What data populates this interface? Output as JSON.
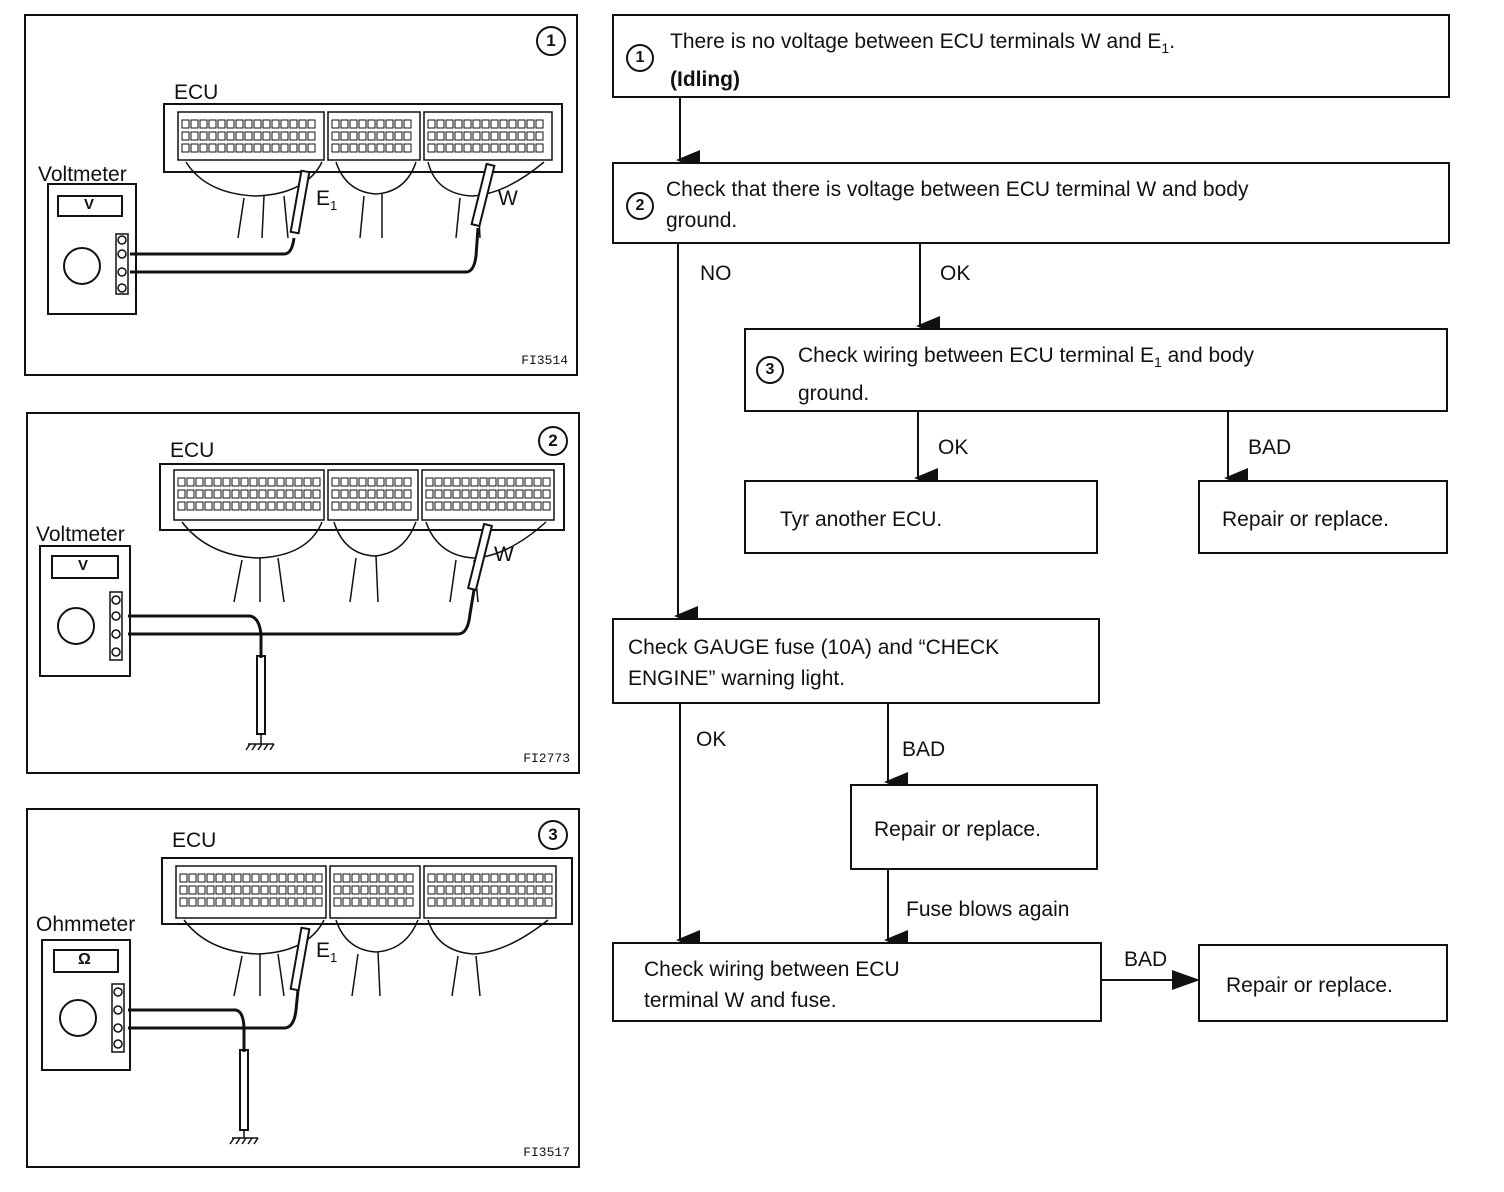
{
  "panels": [
    {
      "num": "1",
      "ecu_label": "ECU",
      "meter_label": "Voltmeter",
      "meter_symbol": "V",
      "terminal_a": "E",
      "terminal_a_sub": "1",
      "terminal_b": "W",
      "code": "FI3514"
    },
    {
      "num": "2",
      "ecu_label": "ECU",
      "meter_label": "Voltmeter",
      "meter_symbol": "V",
      "terminal_b": "W",
      "code": "FI2773"
    },
    {
      "num": "3",
      "ecu_label": "ECU",
      "meter_label": "Ohmmeter",
      "meter_symbol": "Ω",
      "terminal_a": "E",
      "terminal_a_sub": "1",
      "code": "FI3517"
    }
  ],
  "flow": {
    "step1": {
      "num": "1",
      "line1_pre": "There is no voltage between ECU terminals W and E",
      "line1_sub": "1",
      "line1_post": ".",
      "line2": "(Idling)"
    },
    "step2": {
      "num": "2",
      "line1": "Check that there is voltage between ECU terminal W and body",
      "line2": "ground."
    },
    "step3": {
      "num": "3",
      "line1_pre": "Check wiring between ECU terminal E",
      "line1_sub": "1",
      "line1_post": " and body",
      "line2": "ground."
    },
    "try_ecu": "Tyr another ECU.",
    "repair1": "Repair or replace.",
    "fuse_check": {
      "line1": "Check GAUGE fuse (10A) and “CHECK",
      "line2": "ENGINE” warning light."
    },
    "repair2": "Repair or replace.",
    "wiring_check": {
      "line1": "Check wiring between ECU",
      "line2": "terminal W and fuse."
    },
    "repair3": "Repair or replace.",
    "edges": {
      "no": "NO",
      "ok1": "OK",
      "ok2": "OK",
      "bad1": "BAD",
      "ok3": "OK",
      "bad2": "BAD",
      "fuse_blows": "Fuse blows again",
      "bad3": "BAD"
    }
  }
}
